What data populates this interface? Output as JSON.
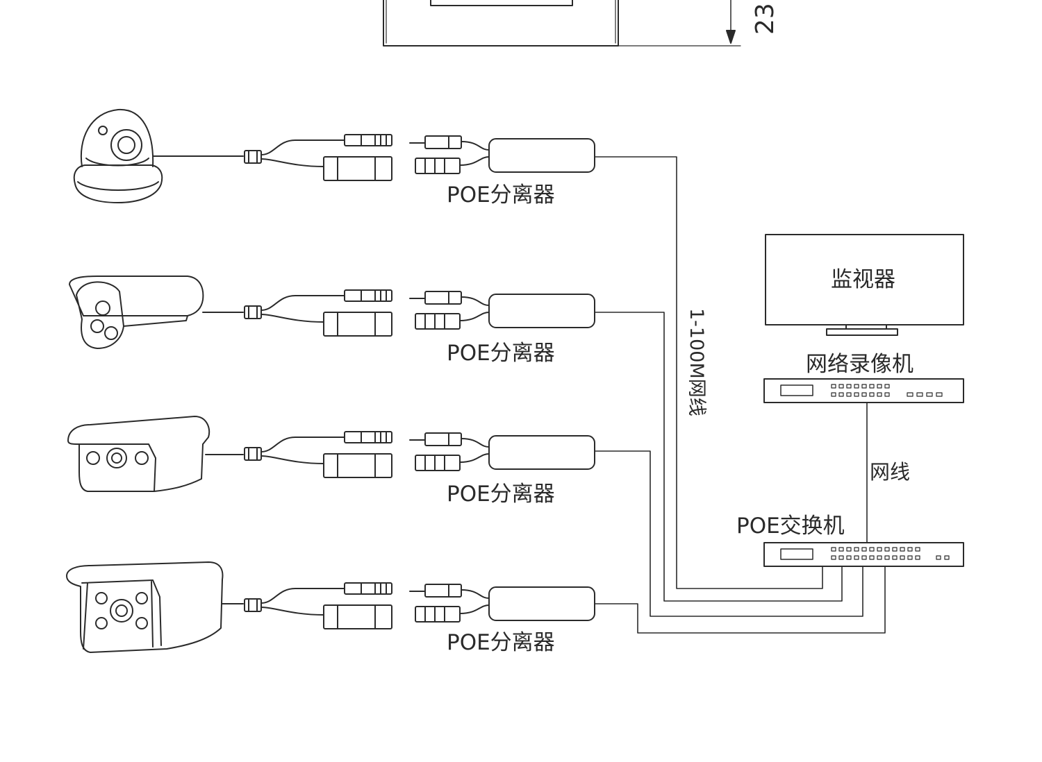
{
  "dimension": {
    "value": "23"
  },
  "splitters": [
    {
      "label": "POE分离器"
    },
    {
      "label": "POE分离器"
    },
    {
      "label": "POE分离器"
    },
    {
      "label": "POE分离器"
    }
  ],
  "cable_label": "1-100M网线",
  "monitor": {
    "label": "监视器"
  },
  "nvr": {
    "label": "网络录像机"
  },
  "link_label": "网线",
  "switch": {
    "label": "POE交换机"
  },
  "cameras": [
    {
      "icon": "dome-camera-icon"
    },
    {
      "icon": "bullet-camera-icon"
    },
    {
      "icon": "bullet-camera-icon"
    },
    {
      "icon": "box-camera-icon"
    }
  ]
}
